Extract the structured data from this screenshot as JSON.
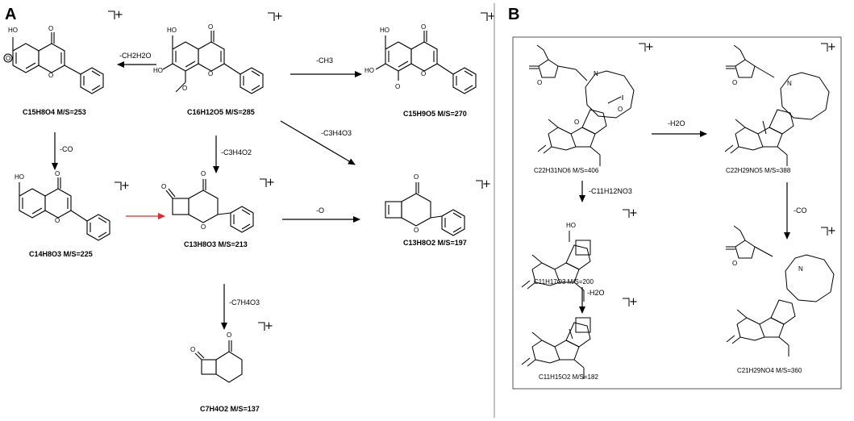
{
  "panelA": {
    "label": "A",
    "ion_mark": "+",
    "compounds": {
      "parent": {
        "formula": "C16H12O5 M/S=285"
      },
      "c253": {
        "formula": "C15H8O4 M/S=253"
      },
      "c270": {
        "formula": "C15H9O5 M/S=270"
      },
      "c225": {
        "formula": "C14H8O3 M/S=225"
      },
      "c213": {
        "formula": "C13H8O3 M/S=213"
      },
      "c197": {
        "formula": "C13H8O2 M/S=197"
      },
      "c137": {
        "formula": "C7H4O2 M/S=137"
      }
    },
    "losses": {
      "to253": "-CH2H2O",
      "to270": "-CH3",
      "to197_diag": "-C3H4O3",
      "to213": "-C3H4O2",
      "to225": "-CO",
      "to197": "-O",
      "to137": "-C7H4O3"
    },
    "highlight_arrow_color": "#e8262b"
  },
  "panelB": {
    "label": "B",
    "ion_mark": "+",
    "compounds": {
      "c406": {
        "formula": "C22H31NO6 M/S=406"
      },
      "c388": {
        "formula": "C22H29NO5 M/S=388"
      },
      "c200": {
        "formula": "C11H17O3 M/S=200"
      },
      "c182": {
        "formula": "C11H15O2 M/S=182"
      },
      "c360": {
        "formula": "C21H29NO4 M/S=360"
      }
    },
    "losses": {
      "to388": "-H2O",
      "to200": "-C11H12NO3",
      "to182": "-H2O",
      "to360": "-CO"
    }
  },
  "atoms": {
    "O": "O",
    "OH": "HO",
    "N": "N",
    "H": "H"
  }
}
